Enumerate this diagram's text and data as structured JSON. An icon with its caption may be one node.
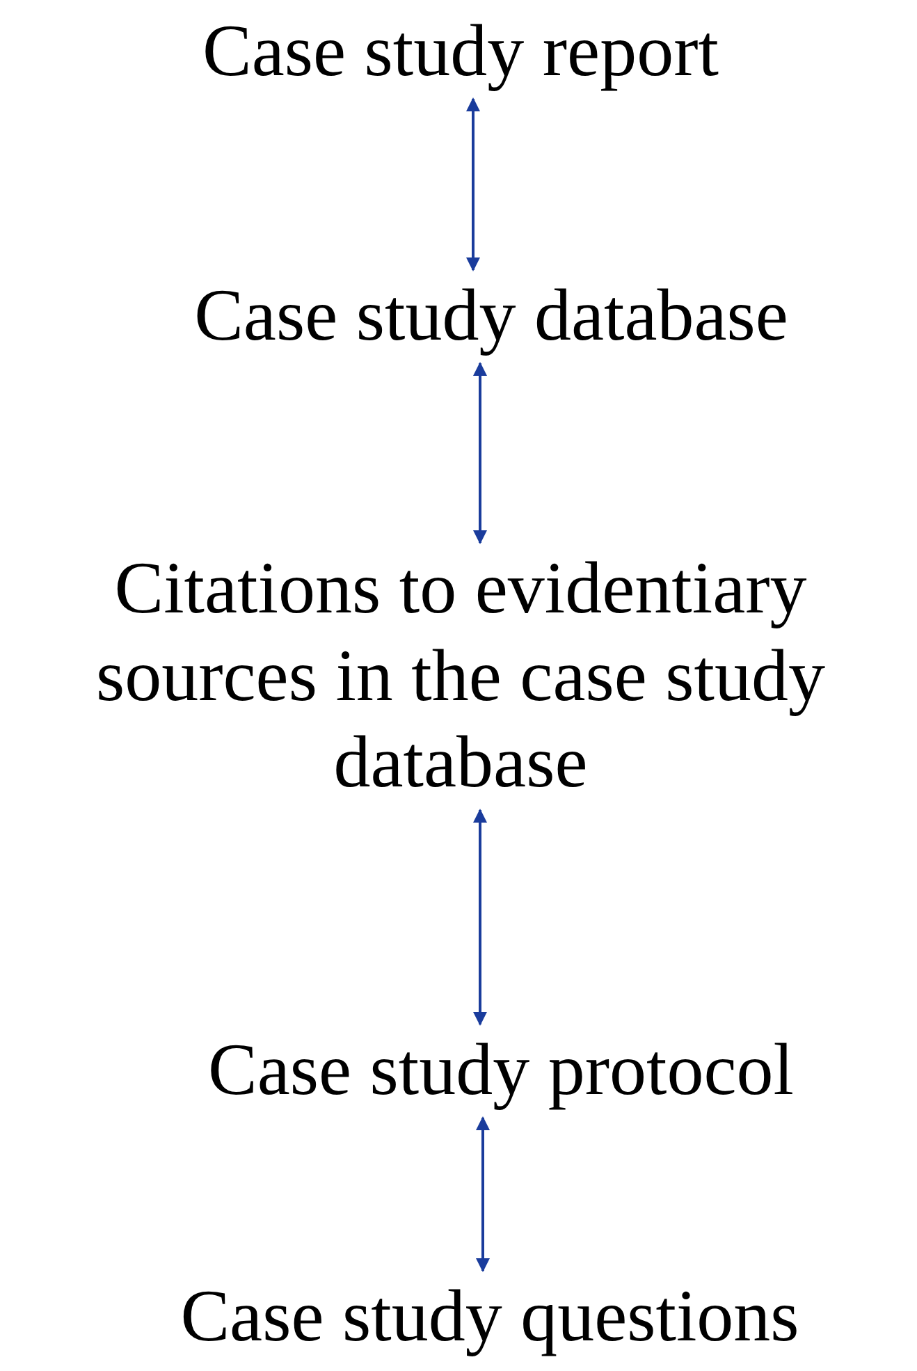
{
  "diagram": {
    "nodes": [
      {
        "text": [
          "Case study report"
        ]
      },
      {
        "text": [
          "Case study database"
        ]
      },
      {
        "text": [
          "Citations to evidentiary sources in the case study database"
        ]
      },
      {
        "text": [
          "Case study protocol"
        ]
      },
      {
        "text": [
          "Case study questions"
        ]
      }
    ],
    "edges": [
      {
        "from": 0,
        "to": 1,
        "arrow": "both"
      },
      {
        "from": 1,
        "to": 2,
        "arrow": "both"
      },
      {
        "from": 2,
        "to": 3,
        "arrow": "both"
      },
      {
        "from": 3,
        "to": 4,
        "arrow": "both"
      }
    ]
  }
}
